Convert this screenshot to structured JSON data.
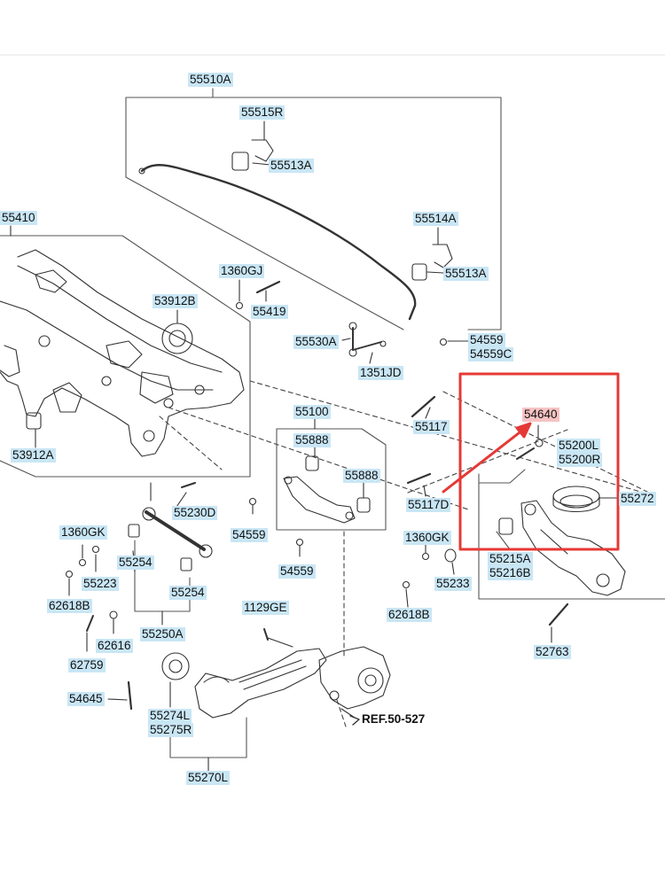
{
  "parts": [
    {
      "id": "55510A"
    },
    {
      "id": "55515R"
    },
    {
      "id": "55513A"
    },
    {
      "id": "55514A"
    },
    {
      "id": "55513A"
    },
    {
      "id": "55410"
    },
    {
      "id": "1360GJ"
    },
    {
      "id": "53912B"
    },
    {
      "id": "55419"
    },
    {
      "id": "55530A"
    },
    {
      "id": "54559"
    },
    {
      "id": "54559C"
    },
    {
      "id": "1351JD"
    },
    {
      "id": "55100"
    },
    {
      "id": "55888"
    },
    {
      "id": "55888"
    },
    {
      "id": "55117"
    },
    {
      "id": "55117D"
    },
    {
      "id": "54640",
      "highlight": true
    },
    {
      "id": "55200L"
    },
    {
      "id": "55200R"
    },
    {
      "id": "55272"
    },
    {
      "id": "53912A"
    },
    {
      "id": "55230D"
    },
    {
      "id": "54559"
    },
    {
      "id": "54559"
    },
    {
      "id": "1360GK"
    },
    {
      "id": "55254"
    },
    {
      "id": "55223"
    },
    {
      "id": "55254"
    },
    {
      "id": "62618B"
    },
    {
      "id": "62616"
    },
    {
      "id": "55250A"
    },
    {
      "id": "62759"
    },
    {
      "id": "1129GE"
    },
    {
      "id": "54645"
    },
    {
      "id": "55274L"
    },
    {
      "id": "55275R"
    },
    {
      "id": "55270L"
    },
    {
      "id": "1360GK"
    },
    {
      "id": "55233"
    },
    {
      "id": "55215A"
    },
    {
      "id": "55216B"
    },
    {
      "id": "62618B"
    },
    {
      "id": "52763"
    }
  ],
  "reference": "REF.50-527",
  "colors": {
    "label_bg": "#c9e6f5",
    "highlight_bg": "#f6c3c3",
    "callout": "#e53935",
    "line": "#333333"
  }
}
